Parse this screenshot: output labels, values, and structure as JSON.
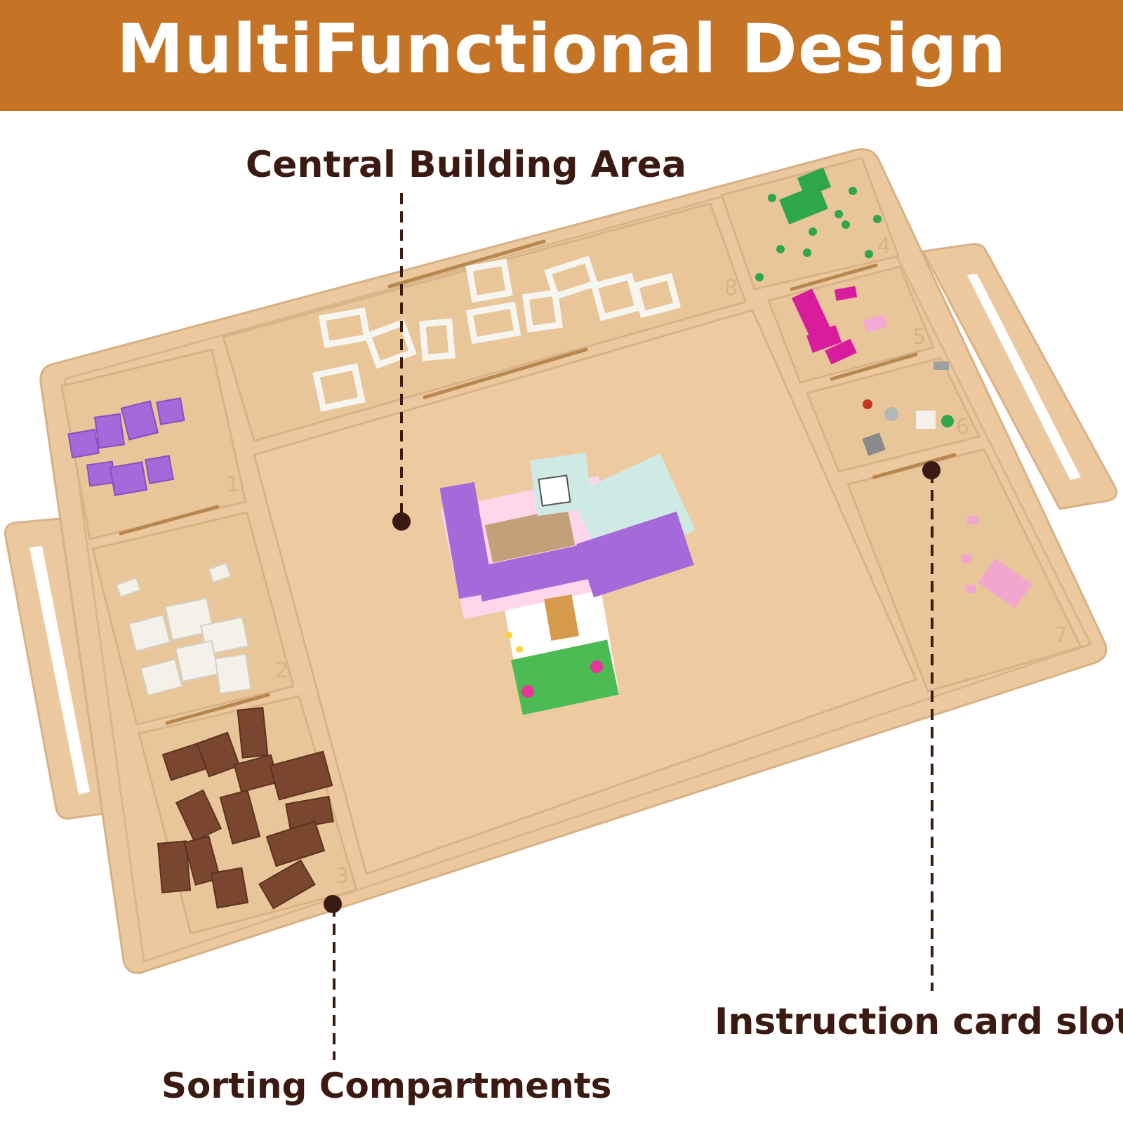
{
  "banner": {
    "title": "MultiFunctional Design",
    "background_color": "#c57426",
    "text_color": "#ffffff"
  },
  "product": {
    "mat_color": "#ebc89e",
    "compartment_numbers": [
      "1",
      "2",
      "3",
      "4",
      "5",
      "6",
      "7",
      "8"
    ],
    "compartments": [
      {
        "number": "1",
        "brick_color": "#a569d9"
      },
      {
        "number": "2",
        "brick_color": "#f4f1ea"
      },
      {
        "number": "3",
        "brick_color": "#7b4630"
      },
      {
        "number": "4",
        "brick_color": "#2fa64a"
      },
      {
        "number": "5",
        "brick_color": "#d91c9c"
      },
      {
        "number": "6",
        "brick_color": "#8a8a8a"
      },
      {
        "number": "7",
        "brick_color": "#f2a6cd"
      },
      {
        "number": "8",
        "brick_color": "#f7f5ef"
      }
    ]
  },
  "callouts": {
    "central": "Central Building Area",
    "card_slot": "Instruction card slot",
    "sorting": "Sorting Compartments",
    "text_color": "#3b1a12"
  }
}
